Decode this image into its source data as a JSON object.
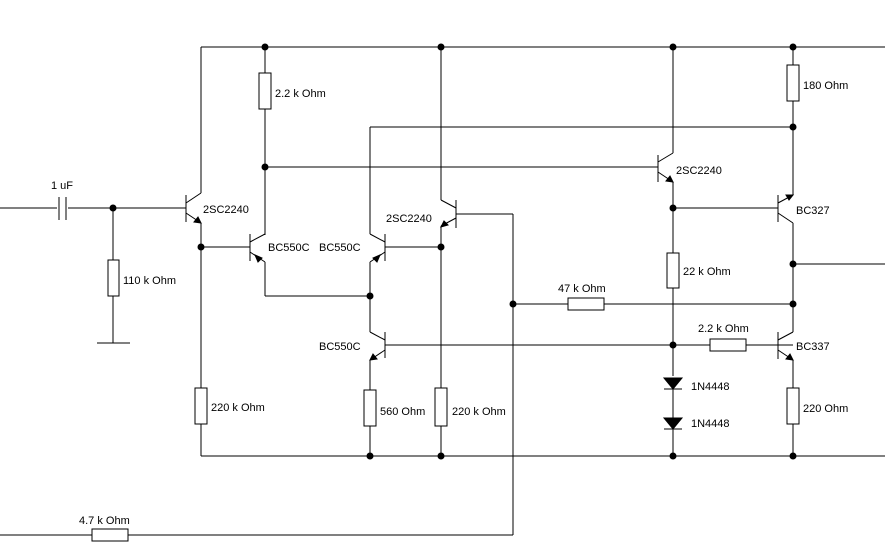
{
  "labels": {
    "cap_in": "1 uF",
    "r_110k": "110 k Ohm",
    "r_2k2_top": "2.2 k Ohm",
    "q_in": "2SC2240",
    "q_diff_left": "BC550C",
    "q_diff_right": "BC550C",
    "q_fb": "2SC2240",
    "q_src": "BC550C",
    "r_220k_left": "220 k Ohm",
    "r_560": "560  Ohm",
    "r_220k_mid": "220 k Ohm",
    "q_vas": "2SC2240",
    "r_22k": "22 k Ohm",
    "r_47k": "47 k Ohm",
    "r_2k2_bias": "2.2 k Ohm",
    "d1": "1N4448",
    "d2": "1N4448",
    "r_180": "180  Ohm",
    "q_pnp": "BC327",
    "q_npn": "BC337",
    "r_220": "220  Ohm",
    "r_4k7": "4.7 k Ohm"
  }
}
